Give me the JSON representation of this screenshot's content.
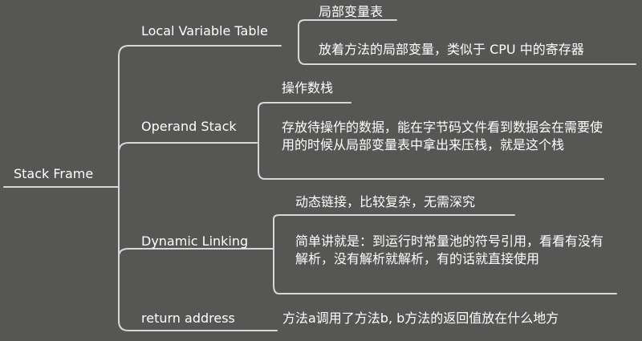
{
  "root": {
    "label": "Stack Frame"
  },
  "branches": [
    {
      "label": "Local Variable Table",
      "children": [
        "局部变量表",
        "放着方法的局部变量，类似于 CPU 中的寄存器"
      ]
    },
    {
      "label": "Operand Stack",
      "children": [
        "操作数栈",
        "存放待操作的数据，能在字节码文件看到数据会在需要使用的时候从局部变量表中拿出来压栈，就是这个栈"
      ]
    },
    {
      "label": "Dynamic Linking",
      "children": [
        "动态链接，比较复杂，无需深究",
        "简单讲就是：到运行时常量池的符号引用，看看有没有解析，没有解析就解析，有的话就直接使用"
      ]
    },
    {
      "label": "return address",
      "children": [
        "方法a调用了方法b, b方法的返回值放在什么地方"
      ]
    }
  ],
  "colors": {
    "background": "#565654",
    "line": "#d8d8d8",
    "text": "#ffffff"
  }
}
